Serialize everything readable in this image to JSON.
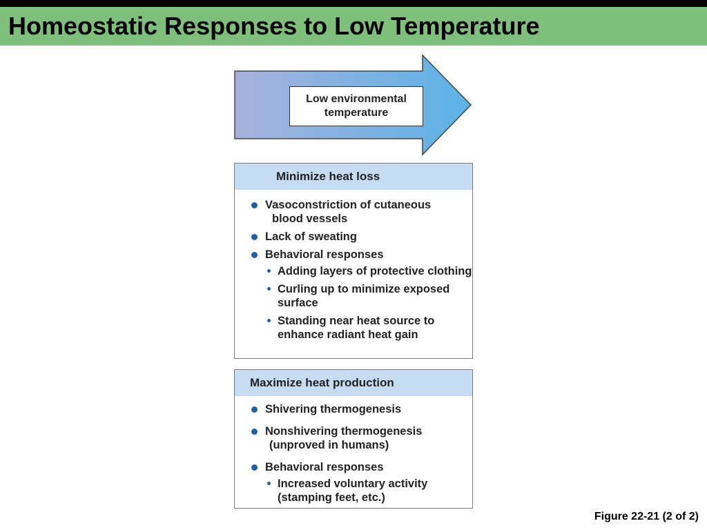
{
  "title": "Homeostatic Responses to Low Temperature",
  "colors": {
    "title_band": "#7dbf7b",
    "arrow_gradient_start": "#a8b1dc",
    "arrow_gradient_end": "#5ab3e6",
    "panel_header": "#c6dcf2",
    "bullet": "#1f5fa8"
  },
  "stimulus": {
    "label": "Low environmental temperature"
  },
  "heat_loss": {
    "heading": "Minimize heat loss",
    "items": [
      {
        "line1": "Vasoconstriction of cutaneous",
        "line2": "blood vessels"
      },
      {
        "text": "Lack of sweating"
      },
      {
        "text": "Behavioral responses"
      }
    ],
    "subitems": [
      {
        "text": "Adding layers of protective clothing"
      },
      {
        "text": "Curling up to minimize exposed surface"
      },
      {
        "text": "Standing near heat source to enhance radiant heat gain"
      }
    ]
  },
  "heat_production": {
    "heading": "Maximize heat production",
    "items": [
      {
        "text": "Shivering thermogenesis"
      },
      {
        "line1": "Nonshivering thermogenesis",
        "line2": "(unproved in humans)"
      },
      {
        "text": "Behavioral responses"
      }
    ],
    "subitems": [
      {
        "text": "Increased voluntary activity (stamping feet, etc.)"
      }
    ]
  },
  "caption": "Figure 22-21 (2 of 2)"
}
